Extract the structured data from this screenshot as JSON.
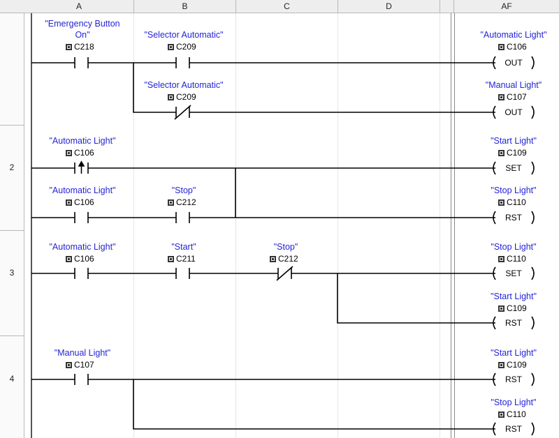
{
  "columns": [
    {
      "id": "col-a",
      "label": "A"
    },
    {
      "id": "col-b",
      "label": "B"
    },
    {
      "id": "col-c",
      "label": "C"
    },
    {
      "id": "col-d",
      "label": "D"
    },
    {
      "id": "col-af",
      "label": "AF"
    }
  ],
  "rows": [
    {
      "label": ""
    },
    {
      "label": "2"
    },
    {
      "label": "3"
    },
    {
      "label": "4"
    }
  ],
  "rungs": {
    "r1": {
      "c1": {
        "name1": "\"Emergency Button",
        "name2": "On\"",
        "address": "C218"
      },
      "c2": {
        "name": "\"Selector Automatic\"",
        "address": "C209"
      },
      "c3": {
        "name": "\"Selector Automatic\"",
        "address": "C209"
      },
      "coil1": {
        "name": "\"Automatic Light\"",
        "address": "C106",
        "instr": "OUT"
      },
      "coil2": {
        "name": "\"Manual Light\"",
        "address": "C107",
        "instr": "OUT"
      }
    },
    "r2": {
      "c1": {
        "name": "\"Automatic Light\"",
        "address": "C106"
      },
      "c2": {
        "name": "\"Automatic Light\"",
        "address": "C106"
      },
      "c3": {
        "name": "\"Stop\"",
        "address": "C212"
      },
      "coil1": {
        "name": "\"Start Light\"",
        "address": "C109",
        "instr": "SET"
      },
      "coil2": {
        "name": "\"Stop Light\"",
        "address": "C110",
        "instr": "RST"
      }
    },
    "r3": {
      "c1": {
        "name": "\"Automatic Light\"",
        "address": "C106"
      },
      "c2": {
        "name": "\"Start\"",
        "address": "C211"
      },
      "c3": {
        "name": "\"Stop\"",
        "address": "C212"
      },
      "coil1": {
        "name": "\"Stop Light\"",
        "address": "C110",
        "instr": "SET"
      },
      "coil2": {
        "name": "\"Start Light\"",
        "address": "C109",
        "instr": "RST"
      }
    },
    "r4": {
      "c1": {
        "name": "\"Manual Light\"",
        "address": "C107"
      },
      "coil1": {
        "name": "\"Start Light\"",
        "address": "C109",
        "instr": "RST"
      },
      "coil2": {
        "name": "\"Stop Light\"",
        "address": "C110",
        "instr": "RST"
      }
    }
  },
  "colors": {
    "label": "#2424d6",
    "wire": "#000000",
    "grid": "#b8b8b8"
  }
}
